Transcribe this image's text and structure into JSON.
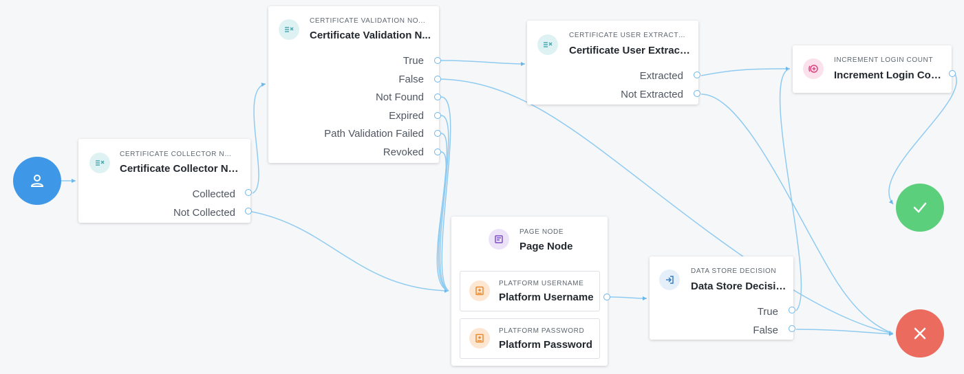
{
  "colors": {
    "start": "#3f98e7",
    "success": "#5ccf7d",
    "failure": "#ec6b5f",
    "wire": "#8fcbf1",
    "port": "#6cb6ea"
  },
  "start_node": {
    "icon": "person-icon"
  },
  "cert_collector": {
    "kind": "CERTIFICATE COLLECTOR NO...",
    "title": "Certificate Collector No...",
    "icon": "decision-list-icon",
    "outcomes": [
      "Collected",
      "Not Collected"
    ]
  },
  "cert_validation": {
    "kind": "CERTIFICATE VALIDATION NO...",
    "title": "Certificate Validation N...",
    "icon": "decision-list-icon",
    "outcomes": [
      "True",
      "False",
      "Not Found",
      "Expired",
      "Path Validation Failed",
      "Revoked"
    ]
  },
  "cert_user_extractor": {
    "kind": "CERTIFICATE USER EXTRACTO...",
    "title": "Certificate User Extract...",
    "icon": "decision-list-icon",
    "outcomes": [
      "Extracted",
      "Not Extracted"
    ]
  },
  "increment_login": {
    "kind": "INCREMENT LOGIN COUNT",
    "title": "Increment Login Count",
    "icon": "plus-circle-icon"
  },
  "page_node": {
    "kind": "PAGE NODE",
    "title": "Page Node",
    "icon": "page-icon",
    "children": [
      {
        "kind": "PLATFORM USERNAME",
        "title": "Platform Username",
        "icon": "id-card-icon"
      },
      {
        "kind": "PLATFORM PASSWORD",
        "title": "Platform Password",
        "icon": "id-card-icon"
      }
    ]
  },
  "data_store": {
    "kind": "DATA STORE DECISION",
    "title": "Data Store Decision",
    "icon": "sign-in-icon",
    "outcomes": [
      "True",
      "False"
    ]
  },
  "success_node": {
    "icon": "check-icon"
  },
  "failure_node": {
    "icon": "x-icon"
  }
}
